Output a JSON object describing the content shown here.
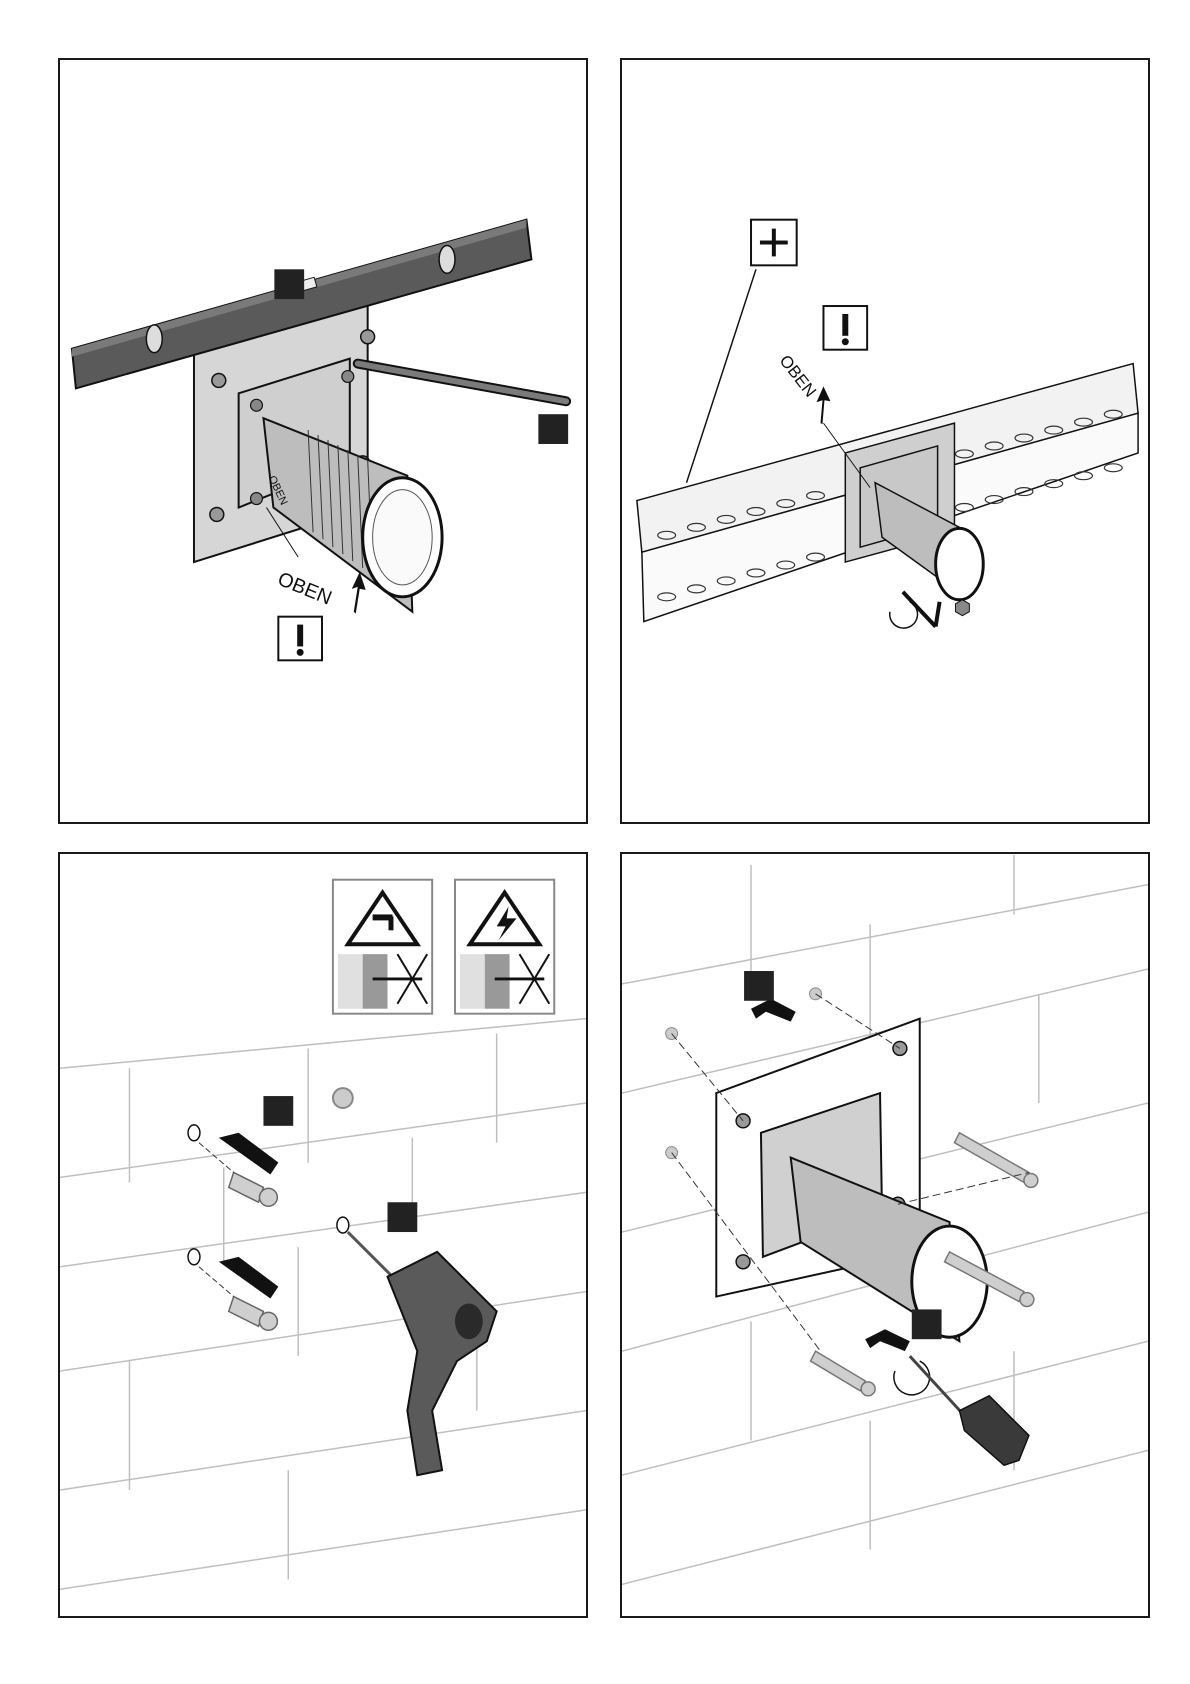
{
  "panels": [
    {
      "id": "panel-1",
      "up_label": "OBEN"
    },
    {
      "id": "panel-2",
      "up_label": "OBEN"
    },
    {
      "id": "panel-3"
    },
    {
      "id": "panel-4"
    }
  ],
  "colors": {
    "outline": "#1a1a1a",
    "plate": "#d4d4d4",
    "tool_dark": "#5a5a5a",
    "marker": "#222222"
  },
  "icons": [
    "level-icon",
    "allen-key-icon",
    "warning-icon",
    "plus-icon",
    "drill-icon",
    "screwdriver-icon",
    "water-pipe-warning-icon",
    "electric-warning-icon"
  ]
}
